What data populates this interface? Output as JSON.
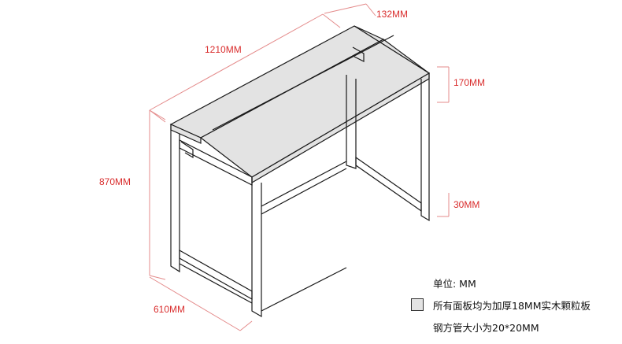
{
  "dimensions": {
    "length": "1210MM",
    "shelf_depth": "132MM",
    "shelf_height": "170MM",
    "height": "870MM",
    "foot_rail_height": "30MM",
    "depth": "610MM"
  },
  "legend": {
    "unit": "单位: MM",
    "panel_note": "所有面板均为加厚18MM实木颗粒板",
    "tube_note": "钢方管大小为20*20MM"
  },
  "colors": {
    "dimension": "#d92d2d",
    "panel_fill": "#e3e3e3",
    "frame": "#1a1a1a"
  }
}
